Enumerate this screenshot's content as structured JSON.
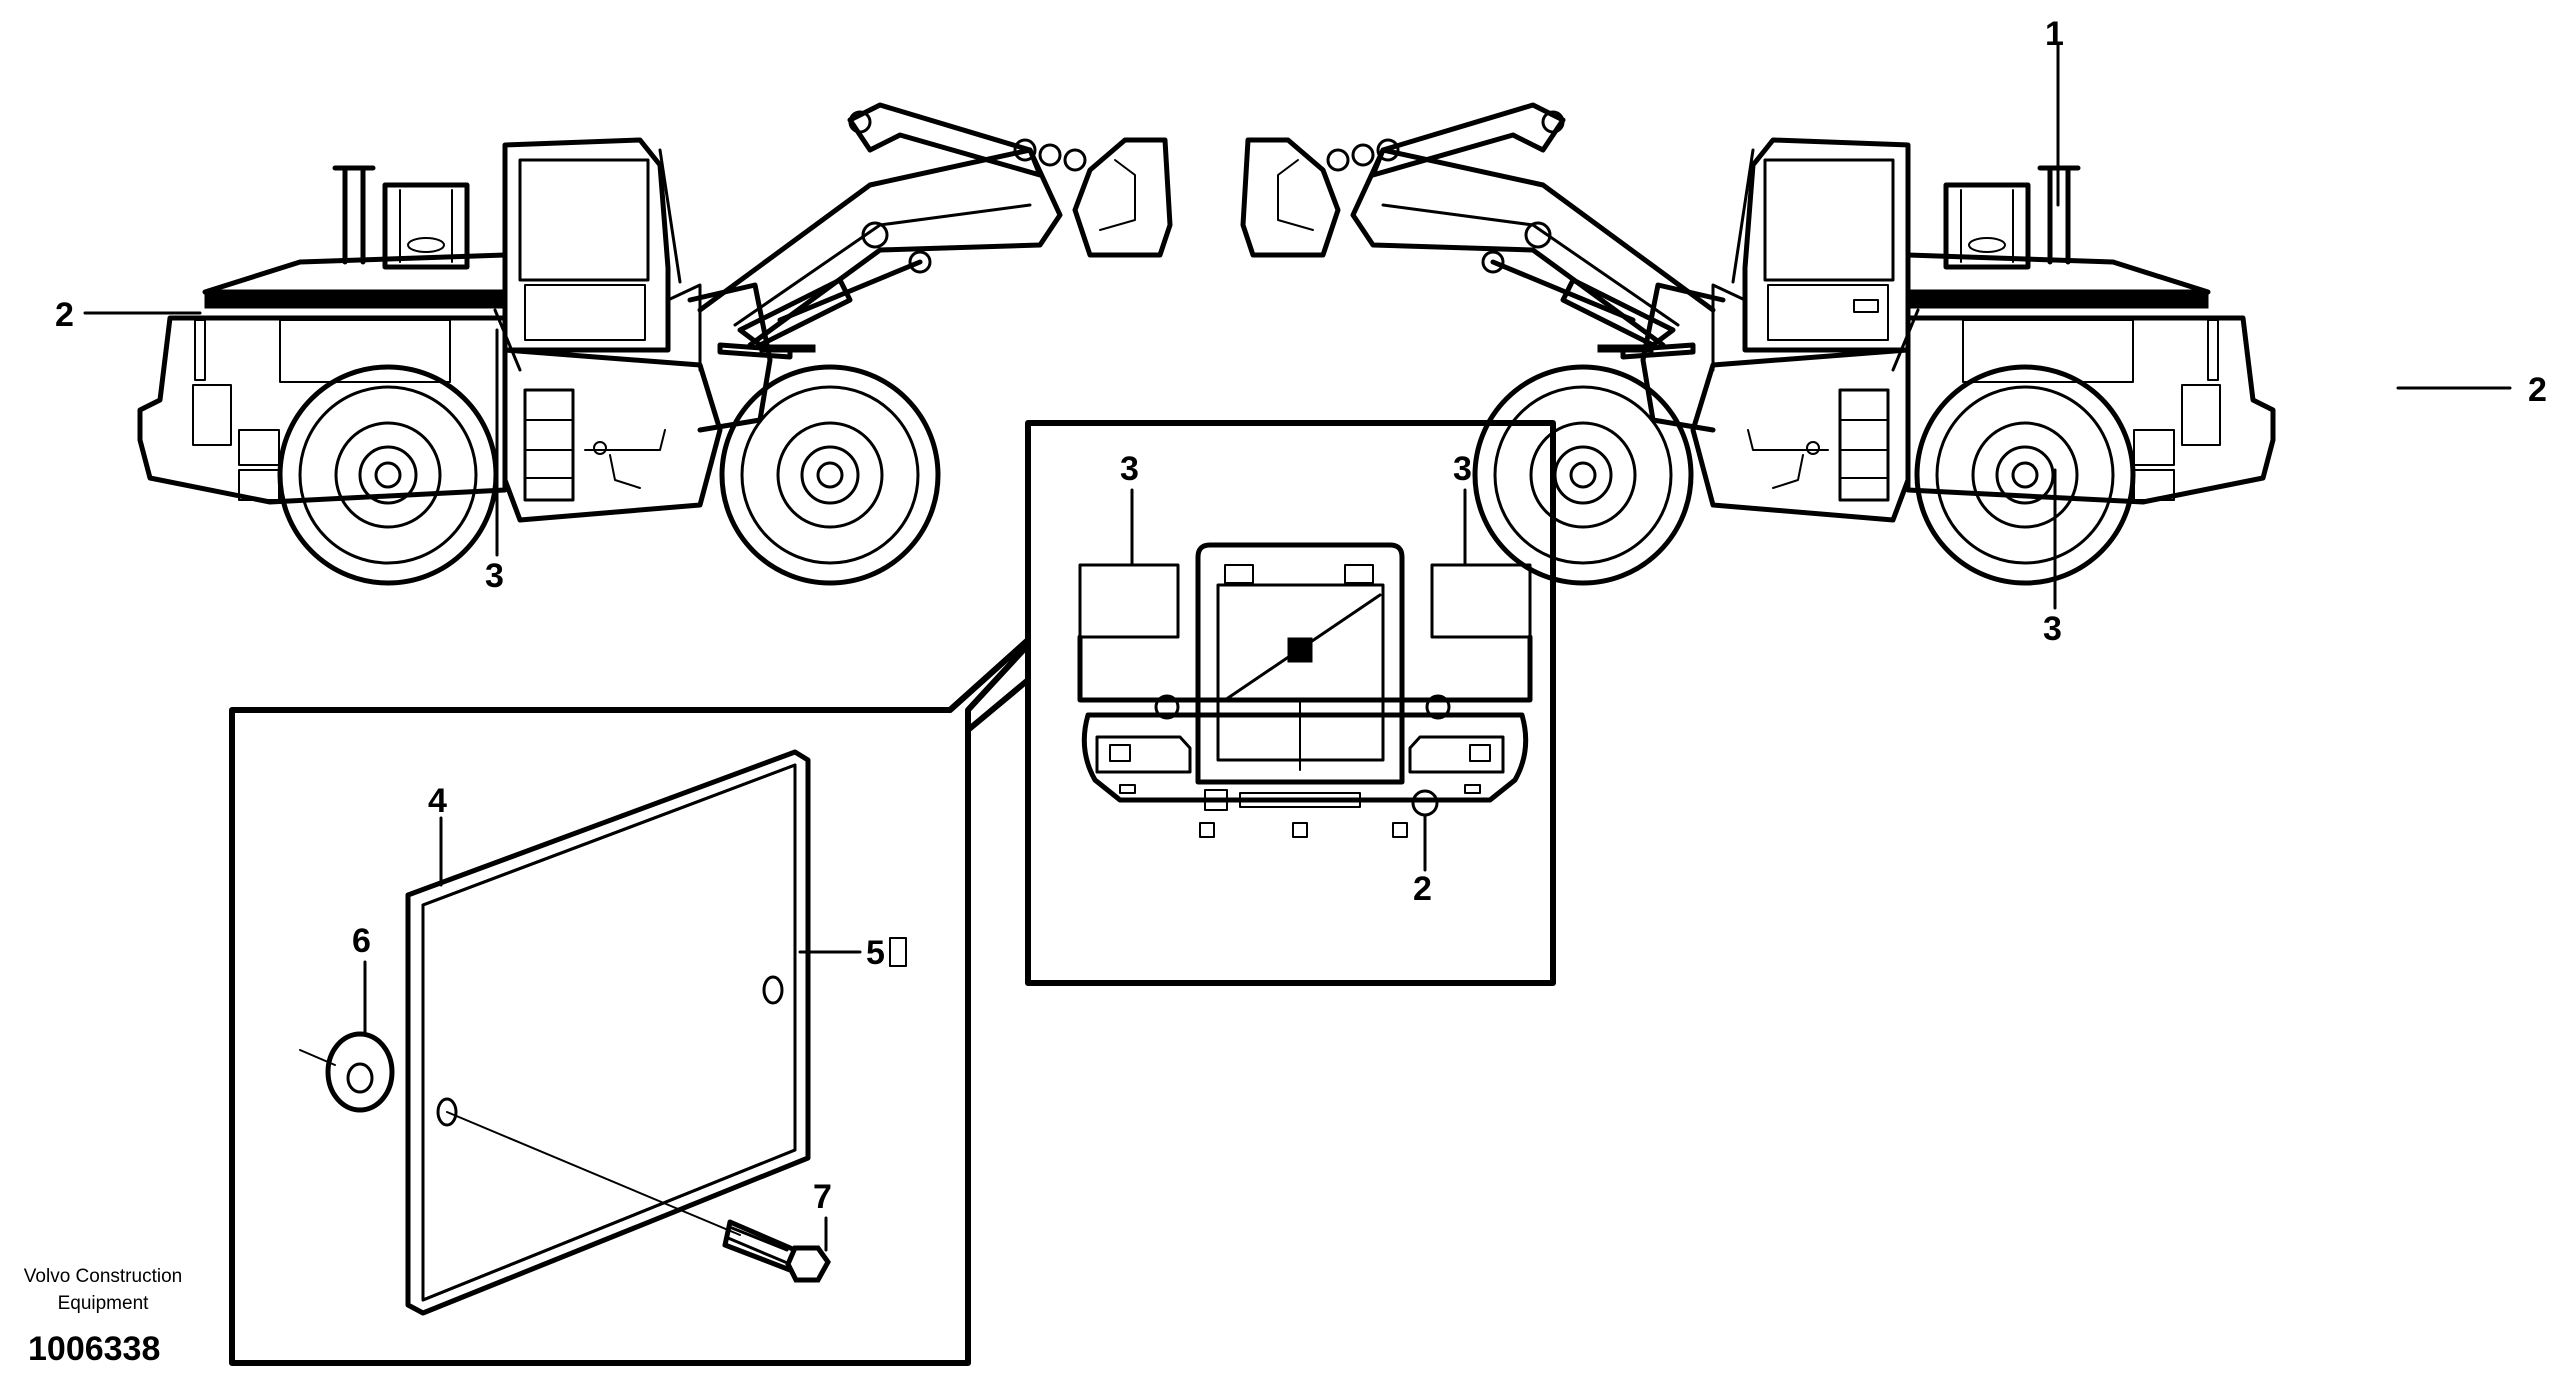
{
  "callouts": {
    "c1": "1",
    "c2_left": "2",
    "c2_right": "2",
    "c2_front": "2",
    "c3_left": "3",
    "c3_right": "3",
    "c3_front_left": "3",
    "c3_front_right": "3",
    "c4": "4",
    "c5": "5",
    "c6": "6",
    "c7": "7"
  },
  "credit": {
    "line1": "Volvo Construction",
    "line2": "Equipment",
    "reference_number": "1006338"
  },
  "colors": {
    "ink": "#000000",
    "paper": "#ffffff"
  }
}
